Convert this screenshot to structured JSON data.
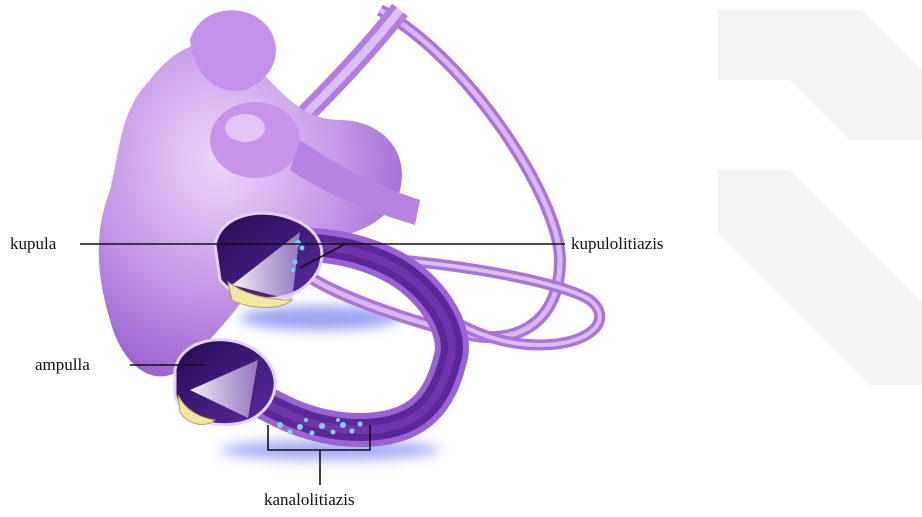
{
  "labels": {
    "kupula": "kupula",
    "kupulolitiazis": "kupulolitiazis",
    "ampulla": "ampulla",
    "kanalolitiazis": "kanalolitiazis"
  },
  "colors": {
    "membrane_light": "#d8b4f0",
    "membrane_mid": "#b57be0",
    "membrane_dark": "#7a3fb0",
    "ampulla_dark": "#3a1470",
    "canal_inner": "#5d2a9a",
    "otoconia": "#6fd0f5",
    "crista": "#f0e8a0",
    "shadow_blue": "#4a55e8",
    "watermark": "#f2f2f2"
  }
}
